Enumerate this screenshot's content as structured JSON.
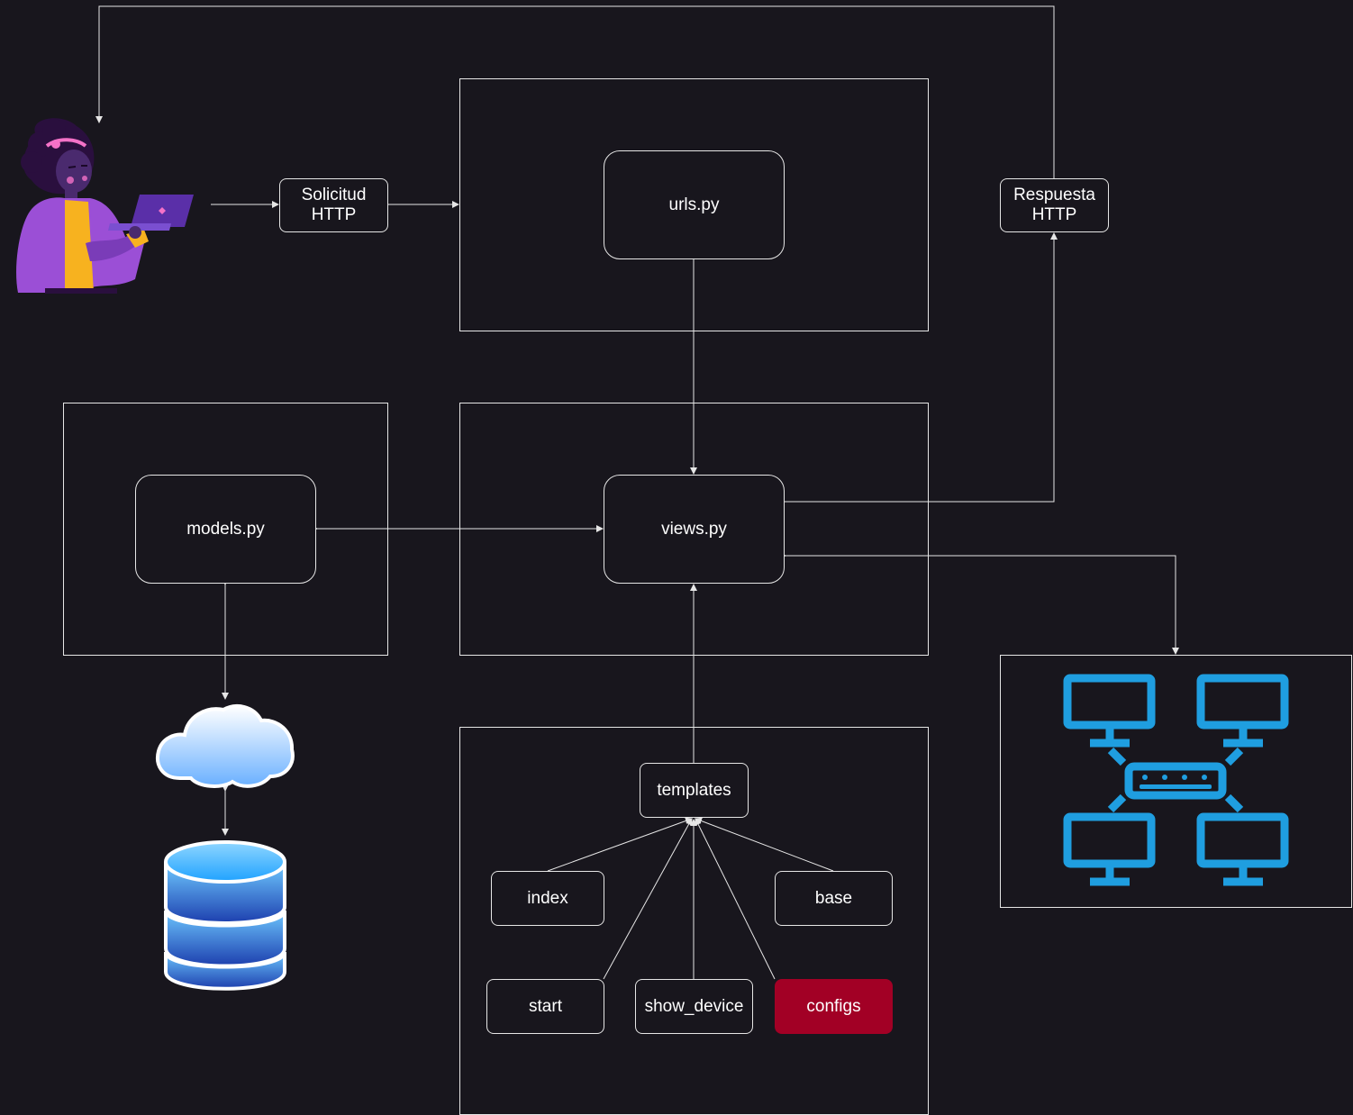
{
  "nodes": {
    "request": "Solicitud\nHTTP",
    "response": "Respuesta\nHTTP",
    "urls": "urls.py",
    "views": "views.py",
    "models": "models.py",
    "templates": "templates",
    "index": "index",
    "base": "base",
    "start": "start",
    "show_device": "show_device",
    "configs": "configs"
  },
  "colors": {
    "background": "#18161d",
    "stroke": "#e6e6e6",
    "highlight": "#a20025",
    "network": "#1f9ee0"
  },
  "icons": [
    "user-with-laptop-icon",
    "cloud-icon",
    "database-icon",
    "network-icon"
  ]
}
